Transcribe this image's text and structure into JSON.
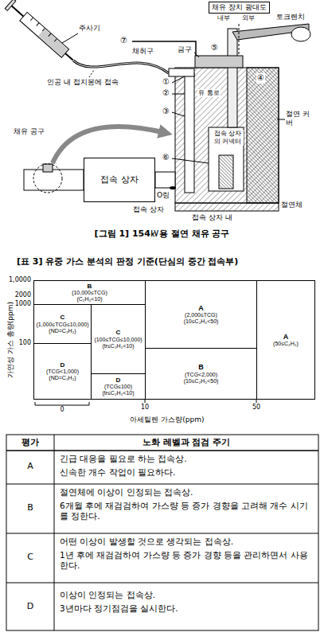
{
  "diagram": {
    "nodes": [
      {
        "text": [
          "B",
          "(10,000≤TCG)",
          "(C₂H₂<10)"
        ]
      },
      {
        "text": [
          "C",
          "(1,000≤TCG≤10,000)",
          "(ND=C₂H₂)"
        ]
      },
      {
        "text": [
          "D",
          "(TCG<1,000)",
          "(ND=C₂H₂)"
        ]
      },
      {
        "text": [
          "C",
          "(100≤TCG≤10,000)",
          "(tr≤C₂H₂<10)"
        ]
      },
      {
        "text": [
          "D",
          "(TCG≤100)",
          "(tr≤C₂H₂<10)"
        ]
      },
      {
        "text": [
          "A",
          "(2,000≤TCG)",
          "(10≤C₂H₂<50)"
        ]
      },
      {
        "text": [
          "B",
          "(TCG<2,000)",
          "(10≤C₂H₂<50)"
        ]
      },
      {
        "text": [
          "A",
          "(50≤C₂H₂)"
        ]
      },
      {
        "text": [
          "접속 상자"
        ]
      }
    ],
    "labels": [
      "채유 장치 광대도",
      "내부",
      "외부",
      "주사기",
      "토크렌치",
      "⑦",
      "채취구",
      "금구",
      "⑤",
      "인공 내 접지봉에 접속",
      "①",
      "②",
      "유 통로",
      "④",
      "③",
      "접속 상자의 커넥터",
      "절연 커버",
      "채유 공구",
      "⑥",
      "O링",
      "접속 상자",
      "접속 상자 내",
      "절연체",
      "[그림 1] 154㎸용 절연 채유 공구",
      "[표 3] 유중 가스 분석의 판정 기준(단심의 중간 접속부)",
      "가연성 가스 총량(ppm)",
      "1,0000",
      "2000",
      "1000",
      "100",
      "0",
      "10",
      "50",
      "아세틸렌 가스량(ppm)",
      "평가",
      "노화 레벨과 점검 주기",
      "A",
      "긴급 대응을 필요로 하는 접속상.",
      "신속한 개수 작업이 필요하다.",
      "B",
      "절연체에 이상이 인정되는 접속상.",
      "6개월 후에 재검검하여 가스량 등 증가 경향을 고려해 개수 시기를 정한다.",
      "C",
      "어떤 이상이 발생할 것으로 생각되는 접속상.",
      "1년 후에 재검검하여 가스량 등 증가 경향 등을 관리하면서 사용한다.",
      "D",
      "이상이 인정되는 접속상.",
      "3년마다 정기점검을 실시한다."
    ]
  }
}
